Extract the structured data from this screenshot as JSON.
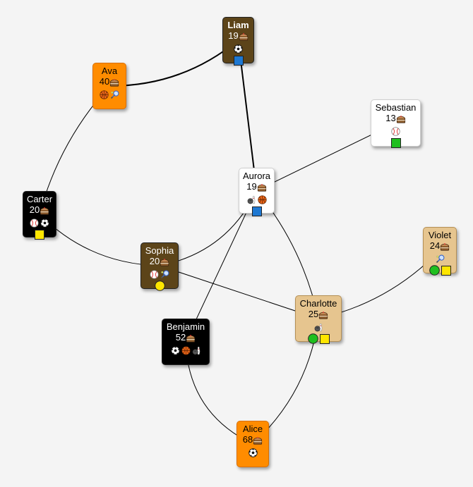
{
  "colors": {
    "brown": "#5c4419",
    "orange": "#ff8c00",
    "white": "#ffffff",
    "black": "#000000",
    "tan": "#e6c58f",
    "blue": "#1e78d2",
    "green": "#1fbf1f",
    "yellow": "#ffe600"
  },
  "nodes": [
    {
      "id": "liam",
      "name": "Liam",
      "age": "19",
      "bg": "brown",
      "text": "white",
      "bold": true,
      "sports": [
        "soccer-ball-icon"
      ],
      "shapes": [
        "blue-square"
      ]
    },
    {
      "id": "ava",
      "name": "Ava",
      "age": "40",
      "bg": "orange",
      "text": "black",
      "sports": [
        "basketball-icon",
        "tennis-racket-icon"
      ],
      "shapes": []
    },
    {
      "id": "sebastian",
      "name": "Sebastian",
      "age": "13",
      "bg": "white",
      "text": "black",
      "sports": [
        "baseball-icon"
      ],
      "shapes": [
        "green-square"
      ]
    },
    {
      "id": "aurora",
      "name": "Aurora",
      "age": "19",
      "bg": "white",
      "text": "black",
      "sports": [
        "bowling-icon",
        "basketball-icon"
      ],
      "shapes": [
        "blue-square"
      ]
    },
    {
      "id": "carter",
      "name": "Carter",
      "age": "20",
      "bg": "black",
      "text": "white",
      "sports": [
        "baseball-icon",
        "soccer-ball-icon"
      ],
      "shapes": [
        "yellow-square"
      ]
    },
    {
      "id": "violet",
      "name": "Violet",
      "age": "24",
      "bg": "tan",
      "text": "black",
      "sports": [
        "tennis-racket-icon"
      ],
      "shapes": [
        "green-circle",
        "yellow-square"
      ]
    },
    {
      "id": "sophia",
      "name": "Sophia",
      "age": "20",
      "bg": "brown",
      "text": "white",
      "sports": [
        "baseball-icon",
        "tennis-racket-icon"
      ],
      "shapes": [
        "yellow-circle"
      ]
    },
    {
      "id": "charlotte",
      "name": "Charlotte",
      "age": "25",
      "bg": "tan",
      "text": "black",
      "sports": [
        "bowling-icon"
      ],
      "shapes": [
        "green-circle",
        "yellow-square"
      ]
    },
    {
      "id": "benjamin",
      "name": "Benjamin",
      "age": "52",
      "bg": "black",
      "text": "white",
      "sports": [
        "soccer-ball-icon",
        "basketball-icon",
        "bowling-icon"
      ],
      "shapes": []
    },
    {
      "id": "alice",
      "name": "Alice",
      "age": "68",
      "bg": "orange",
      "text": "black",
      "sports": [
        "soccer-ball-icon"
      ],
      "shapes": []
    }
  ],
  "edges": [
    {
      "from": "liam",
      "to": "ava",
      "bold": true
    },
    {
      "from": "liam",
      "to": "aurora",
      "bold": true
    },
    {
      "from": "ava",
      "to": "carter",
      "bold": false
    },
    {
      "from": "carter",
      "to": "sophia",
      "bold": false
    },
    {
      "from": "sebastian",
      "to": "aurora",
      "bold": false
    },
    {
      "from": "aurora",
      "to": "sophia",
      "bold": false
    },
    {
      "from": "aurora",
      "to": "benjamin",
      "bold": false
    },
    {
      "from": "aurora",
      "to": "charlotte",
      "bold": false
    },
    {
      "from": "sophia",
      "to": "charlotte",
      "bold": false
    },
    {
      "from": "violet",
      "to": "charlotte",
      "bold": false
    },
    {
      "from": "charlotte",
      "to": "alice",
      "bold": false
    },
    {
      "from": "benjamin",
      "to": "alice",
      "bold": false
    }
  ]
}
